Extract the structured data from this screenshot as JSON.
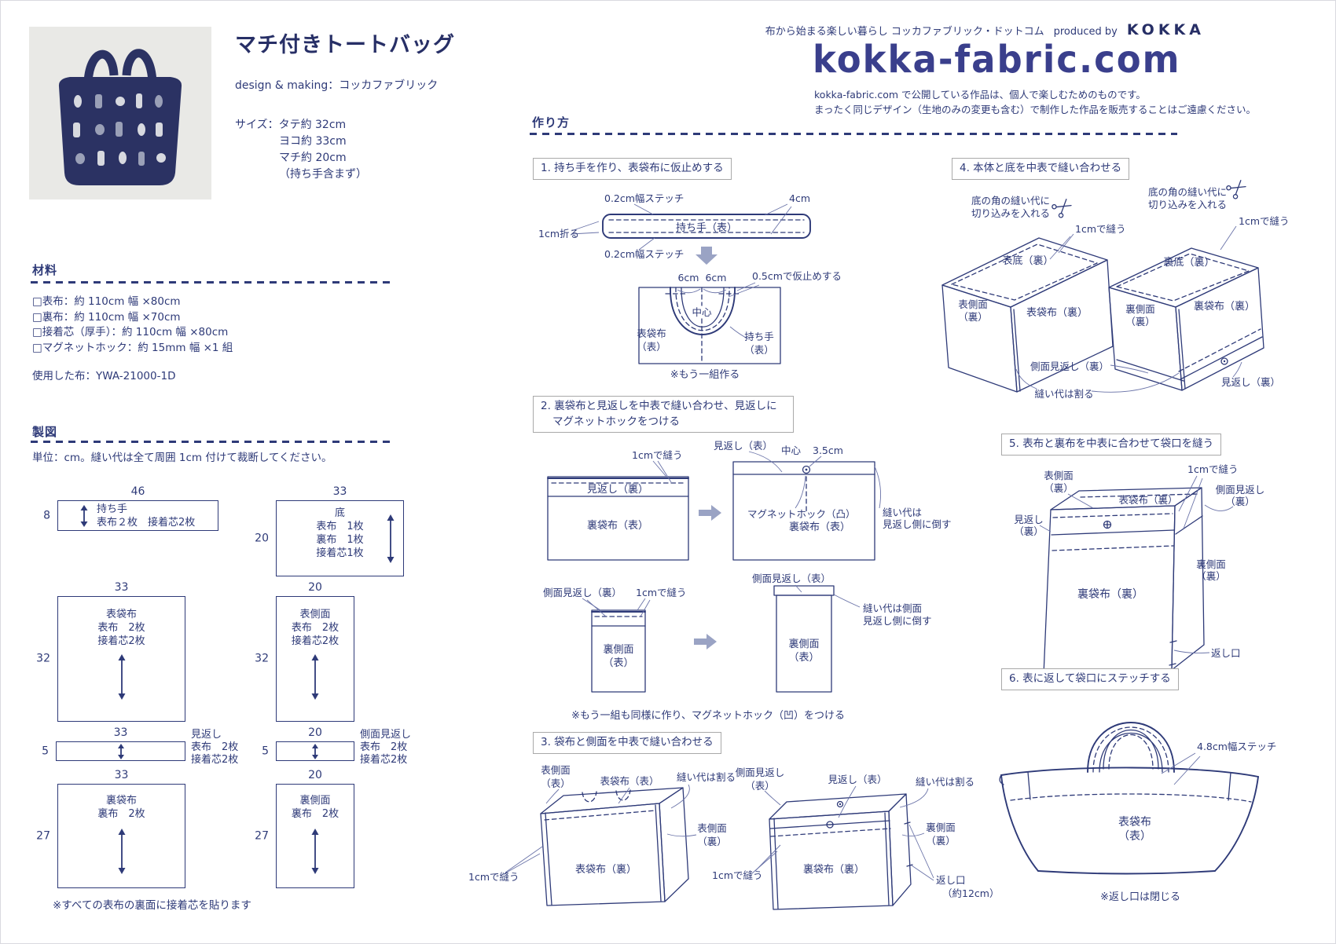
{
  "colors": {
    "navy": "#2e3a78",
    "logo_navy": "#3a3f8c",
    "arrow_gray": "#9aa3c4"
  },
  "header": {
    "title": "マチ付きトートバッグ",
    "credit": "design & making：コッカファブリック",
    "size1": "サイズ：タテ約 32cm",
    "size2": "ヨコ約 33cm",
    "size3": "マチ約 20cm",
    "size4": "（持ち手含まず）"
  },
  "brand": {
    "tagline": "布から始まる楽しい暮らし コッカファブリック・ドットコム",
    "produced": "produced by",
    "kokka": "KOKKA",
    "logo": "kokka-fabric.com",
    "note1": "kokka-fabric.com で公開している作品は、個人で楽しむためのものです。",
    "note2": "まったく同じデザイン（生地のみの変更も含む）で制作した作品を販売することはご遠慮ください。"
  },
  "materials": {
    "heading": "材料",
    "items": [
      "□表布：約 110cm 幅 ×80cm",
      "□裏布：約 110cm 幅 ×70cm",
      "□接着芯（厚手）：約 110cm 幅 ×80cm",
      "□マグネットホック：約 15mm 幅 ×1 組"
    ],
    "used": "使用した布：YWA-21000-1D"
  },
  "drafting": {
    "heading": "製図",
    "note": "単位：cm。縫い代は全て周囲 1cm 付けて裁断してください。",
    "footnote": "※すべての表布の裏面に接着芯を貼ります",
    "pieces": {
      "handle": {
        "w": "46",
        "h": "8",
        "l1": "持ち手",
        "l2": "表布２枚　接着芯2枚"
      },
      "bottom": {
        "w": "33",
        "h": "20",
        "l1": "底",
        "l2": "表布　1枚",
        "l3": "裏布　1枚",
        "l4": "接着芯1枚"
      },
      "outer_bag": {
        "w": "33",
        "h": "32",
        "l1": "表袋布",
        "l2": "表布　2枚",
        "l3": "接着芯2枚"
      },
      "outer_side": {
        "w": "20",
        "h": "32",
        "l1": "表側面",
        "l2": "表布　2枚",
        "l3": "接着芯2枚"
      },
      "facing": {
        "w": "33",
        "h": "5",
        "l1": "見返し",
        "l2": "表布　2枚",
        "l3": "接着芯2枚"
      },
      "side_facing": {
        "w": "20",
        "h": "5",
        "l1": "側面見返し",
        "l2": "表布　2枚",
        "l3": "接着芯2枚"
      },
      "lining_bag": {
        "w": "33",
        "h": "27",
        "l1": "裏袋布",
        "l2": "裏布　2枚"
      },
      "lining_side": {
        "w": "20",
        "h": "27",
        "l1": "裏側面",
        "l2": "裏布　2枚"
      }
    }
  },
  "howto": {
    "heading": "作り方",
    "step1": {
      "title": "1. 持ち手を作り、表袋布に仮止めする",
      "stitch_top": "0.2cm幅ステッチ",
      "cm4": "4cm",
      "fold": "1cm折る",
      "handle_label": "持ち手（表）",
      "stitch_bottom": "0.2cm幅ステッチ",
      "cm6a": "6cm",
      "cm6b": "6cm",
      "baste": "0.5cmで仮止めする",
      "center": "中心",
      "bag_l1": "表袋布",
      "bag_l2": "（表）",
      "handle2_l1": "持ち手",
      "handle2_l2": "（表）",
      "note": "※もう一組作る"
    },
    "step2": {
      "title1": "2. 裏袋布と見返しを中表で縫い合わせ、見返しに",
      "title2": "マグネットホックをつける",
      "sew_a": "1cmで縫う",
      "facing_back": "見返し（裏）",
      "lining_front_a": "裏袋布（表）",
      "facing_front": "見返し（表）",
      "center": "中心",
      "cm35": "3.5cm",
      "magnet": "マグネットホック（凸）",
      "lining_front_b": "裏袋布（表）",
      "sa1_l1": "縫い代は",
      "sa1_l2": "見返し側に倒す",
      "side_facing_back": "側面見返し（裏）",
      "sew_b": "1cmで縫う",
      "lining_side_a1": "裏側面",
      "lining_side_a2": "（表）",
      "side_facing_front": "側面見返し（表）",
      "sa2_l1": "縫い代は側面",
      "sa2_l2": "見返し側に倒す",
      "lining_side_b1": "裏側面",
      "lining_side_b2": "（表）",
      "note": "※もう一組も同様に作り、マグネットホック（凹）をつける"
    },
    "step3": {
      "title": "3. 袋布と側面を中表で縫い合わせる",
      "l_side_l1": "表側面",
      "l_side_l2": "（表）",
      "l_bag": "表袋布（表）",
      "l_sa": "縫い代は割る",
      "l_side_back_l1": "表側面",
      "l_side_back_l2": "（裏）",
      "l_bag_back": "表袋布（裏）",
      "l_sew": "1cmで縫う",
      "r_side_facing_l1": "側面見返し",
      "r_side_facing_l2": "（表）",
      "r_facing": "見返し（表）",
      "r_sa": "縫い代は割る",
      "r_lining_side_l1": "裏側面",
      "r_lining_side_l2": "（裏）",
      "r_lining": "裏袋布（裏）",
      "r_sew": "1cmで縫う",
      "r_open1": "返し口",
      "r_open2": "（約12cm）"
    },
    "step4": {
      "title": "4. 本体と底を中表で縫い合わせる",
      "clip_a1": "底の角の縫い代に",
      "clip_a2": "切り込みを入れる",
      "clip_b1": "底の角の縫い代に",
      "clip_b2": "切り込みを入れる",
      "sew_a": "1cmで縫う",
      "sew_b": "1cmで縫う",
      "outer_bottom": "表底（裏）",
      "outer_side_l1": "表側面",
      "outer_side_l2": "（裏）",
      "outer_bag": "表袋布（裏）",
      "lining_bottom": "裏底（裏）",
      "lining_side_l1": "裏側面",
      "lining_side_l2": "（裏）",
      "lining_bag": "裏袋布（裏）",
      "side_facing": "側面見返し（裏）",
      "sa": "縫い代は割る",
      "facing": "見返し（裏）"
    },
    "step5": {
      "title": "5. 表布と裏布を中表に合わせて袋口を縫う",
      "outer_side_l1": "表側面",
      "outer_side_l2": "（裏）",
      "sew": "1cmで縫う",
      "side_facing_l1": "側面見返し",
      "side_facing_l2": "（裏）",
      "facing_l1": "見返し",
      "facing_l2": "（裏）",
      "outer_bag": "表袋布（裏）",
      "lining_bag": "裏袋布（裏）",
      "lining_side_l1": "裏側面",
      "lining_side_l2": "（裏）",
      "opening": "返し口"
    },
    "step6": {
      "title": "6. 表に返して袋口にステッチする",
      "stitch": "4.8cm幅ステッチ",
      "bag_l1": "表袋布",
      "bag_l2": "（表）",
      "note": "※返し口は閉じる"
    }
  }
}
